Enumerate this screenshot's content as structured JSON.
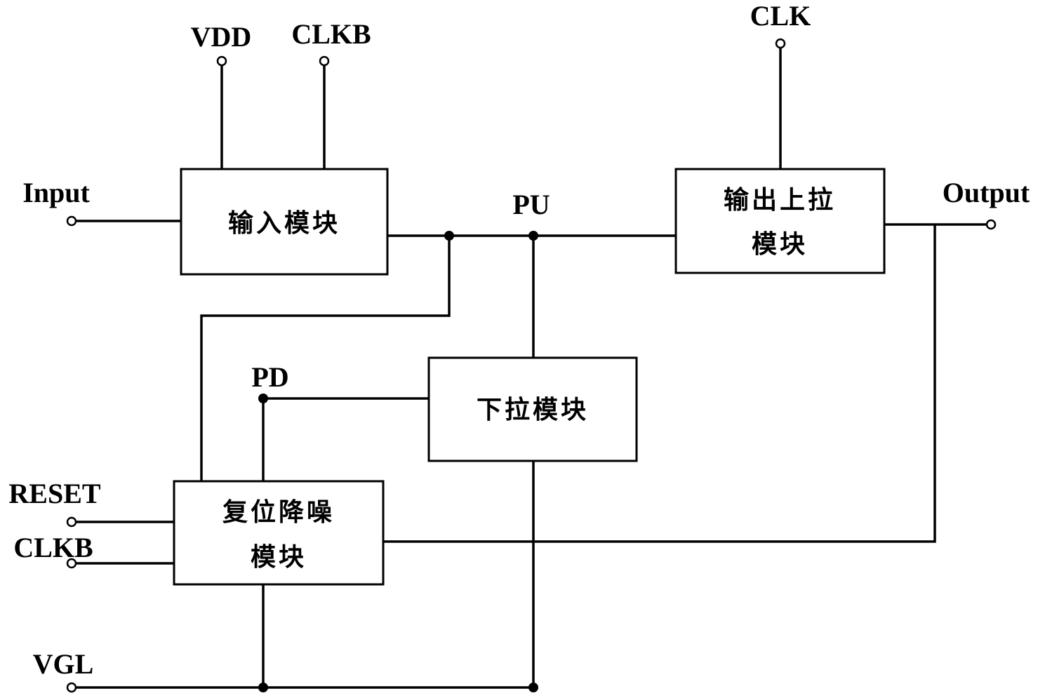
{
  "labels": {
    "vdd": "VDD",
    "clkb_top": "CLKB",
    "clk": "CLK",
    "input": "Input",
    "pu": "PU",
    "output": "Output",
    "pd": "PD",
    "reset": "RESET",
    "clkb_bottom": "CLKB",
    "vgl": "VGL"
  },
  "modules": {
    "input_module": "输入模块",
    "output_pullup_line1": "输出上拉",
    "output_pullup_line2": "模块",
    "pulldown_module": "下拉模块",
    "reset_noise_line1": "复位降噪",
    "reset_noise_line2": "模块"
  }
}
